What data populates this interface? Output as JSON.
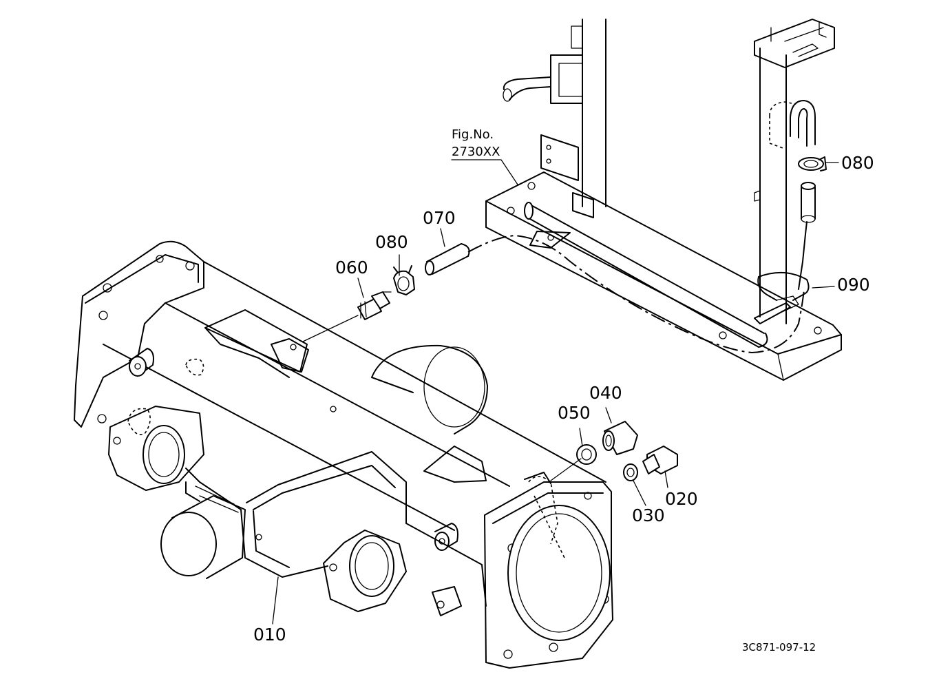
{
  "figure_reference": {
    "line1": "Fig.No.",
    "line2": "2730XX"
  },
  "drawing_code": "3C871-097-12",
  "callouts": [
    {
      "id": "part-010",
      "label": "010"
    },
    {
      "id": "part-020",
      "label": "020"
    },
    {
      "id": "part-030",
      "label": "030"
    },
    {
      "id": "part-040",
      "label": "040"
    },
    {
      "id": "part-050",
      "label": "050"
    },
    {
      "id": "part-060",
      "label": "060"
    },
    {
      "id": "part-070",
      "label": "070"
    },
    {
      "id": "part-080-a",
      "label": "080"
    },
    {
      "id": "part-080-b",
      "label": "080"
    },
    {
      "id": "part-090",
      "label": "090"
    }
  ]
}
